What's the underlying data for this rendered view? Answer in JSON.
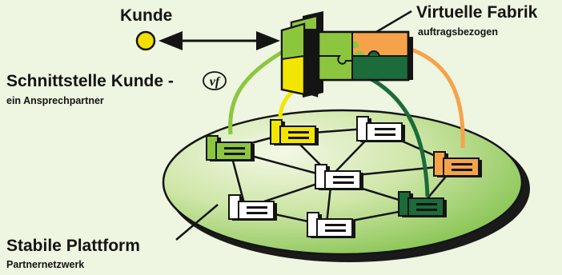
{
  "labels": {
    "kunde": "Kunde",
    "virtuelle_fabrik": "Virtuelle Fabrik",
    "virtuelle_fabrik_sub": "auftragsbezogen",
    "schnittstelle": "Schnittstelle Kunde -",
    "schnittstelle_logo": "vf",
    "schnittstelle_sub": "ein Ansprechpartner",
    "plattform": "Stabile Plattform",
    "plattform_sub": "Partnernetzwerk"
  },
  "colors": {
    "background": "#eef5e0",
    "platform_light": "#eaf3d6",
    "platform_dark": "#7fc04a",
    "customer": "#f2df00",
    "light_green": "#8cc63f",
    "yellow": "#f2e600",
    "orange": "#f5a34a",
    "dark_green": "#1c6b3a",
    "white": "#ffffff"
  },
  "icons": {
    "customer": "sun-circle-icon",
    "factory": "factory-icon",
    "virtual_factory": "puzzle-factory-icon"
  }
}
